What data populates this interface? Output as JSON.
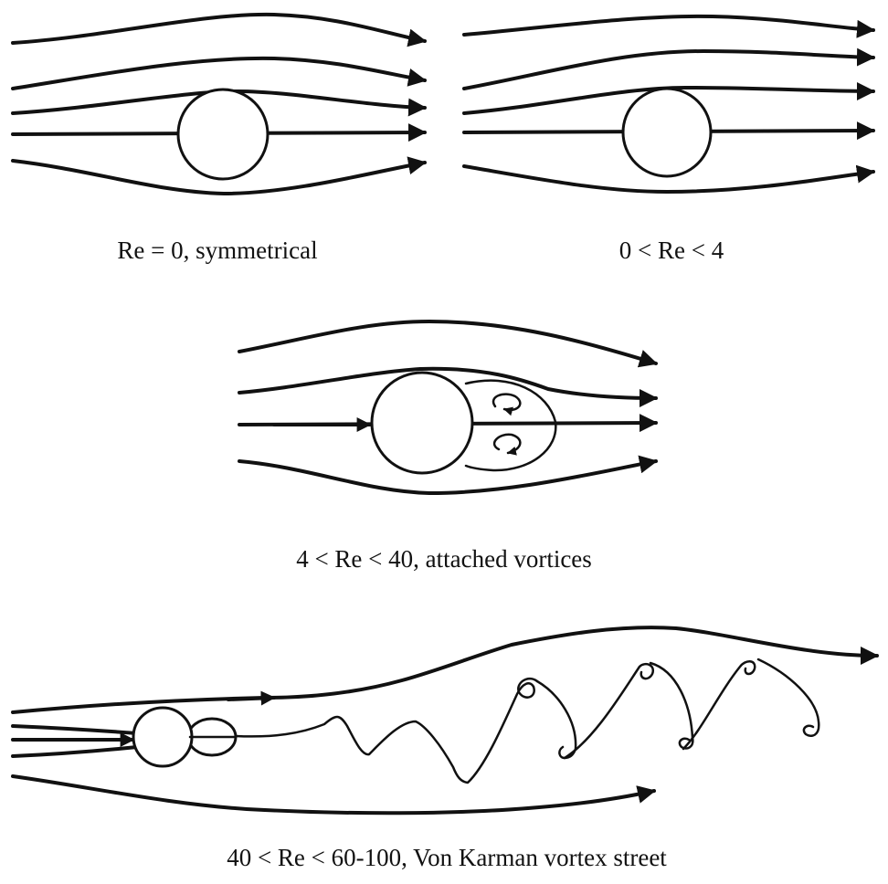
{
  "panels": {
    "re_zero": {
      "caption": "Re = 0, symmetrical"
    },
    "re_low": {
      "caption": "0 < Re < 4"
    },
    "re_attached": {
      "caption": "4 < Re < 40, attached vortices"
    },
    "re_karman": {
      "caption": "40 < Re < 60-100, Von Karman vortex street"
    }
  },
  "colors": {
    "ink": "#111111",
    "background": "#ffffff"
  }
}
